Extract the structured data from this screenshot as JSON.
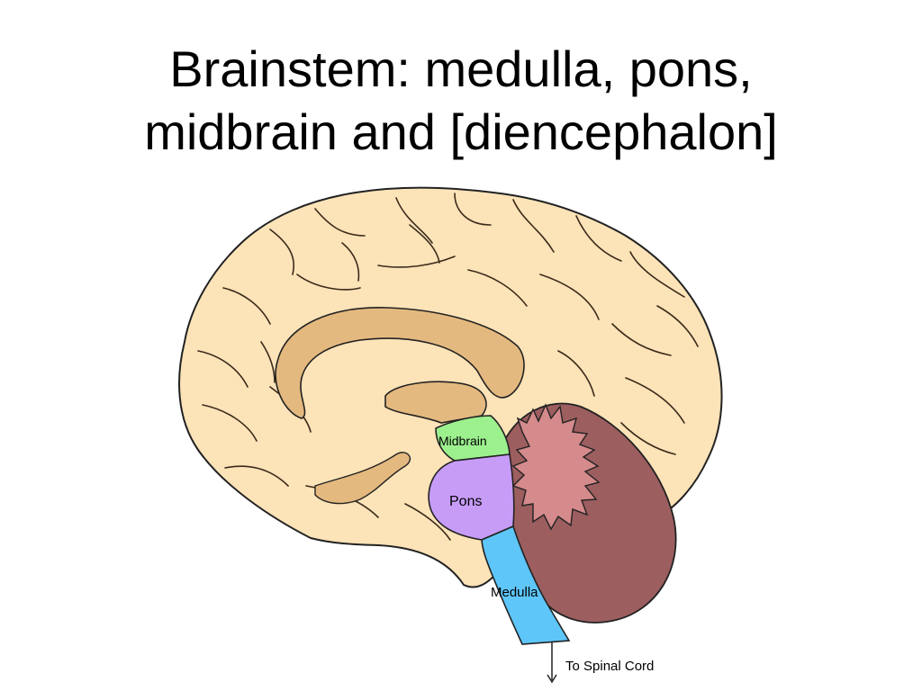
{
  "title": {
    "line1": "Brainstem: medulla, pons,",
    "line2": "midbrain and [diencephalon]"
  },
  "labels": {
    "midbrain": "Midbrain",
    "pons": "Pons",
    "medulla": "Medulla",
    "spinal": "To Spinal Cord"
  },
  "colors": {
    "cerebrum": "#fce3b8",
    "corpus_callosum": "#e4b97f",
    "midbrain": "#9cf08e",
    "pons": "#c79cf7",
    "medulla": "#5ec6f9",
    "cerebellum_outer": "#9c5e5f",
    "cerebellum_inner": "#d58a8c",
    "outline": "#222222"
  }
}
